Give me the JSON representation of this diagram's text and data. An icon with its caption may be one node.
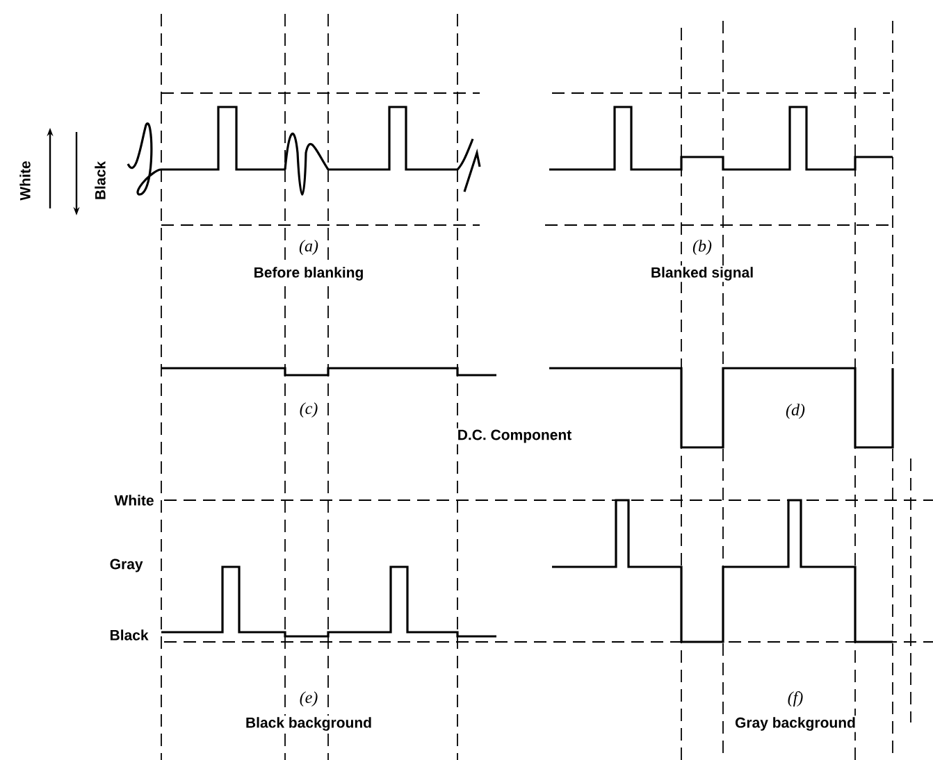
{
  "diagram": {
    "labels": [
      "White",
      "Black",
      "(a)",
      "Before blanking",
      "(b)",
      "Blanked signal",
      "(c)",
      "D.C. Component",
      "(d)",
      "White",
      "Gray",
      "Black",
      "(e)",
      "Black background",
      "(f)",
      "Gray background"
    ]
  }
}
